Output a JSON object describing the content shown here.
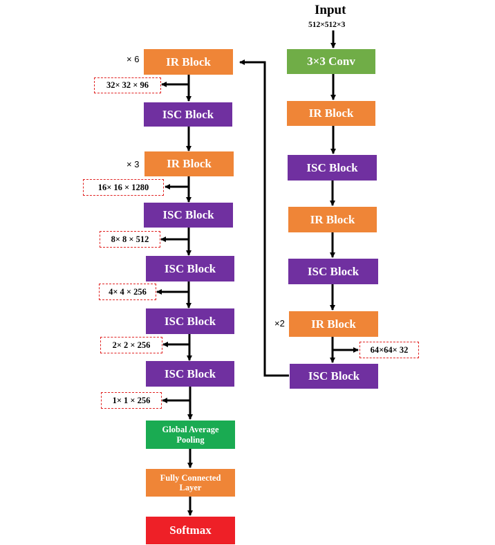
{
  "input": {
    "label": "Input",
    "shape": "512×512×3"
  },
  "right_column": {
    "conv": "3×3 Conv",
    "ir1": "IR Block",
    "isc1": "ISC Block",
    "ir2": "IR Block",
    "isc2": "ISC Block",
    "ir3": "IR Block",
    "ir3_repeat": "×2",
    "isc3": "ISC Block",
    "dim_64": "64×64× 32"
  },
  "left_column": {
    "ir_a": "IR Block",
    "ir_a_repeat": "× 6",
    "dim_32": "32× 32 × 96",
    "isc_a": "ISC Block",
    "ir_b": "IR Block",
    "ir_b_repeat": "× 3",
    "dim_16": "16× 16 × 1280",
    "isc_b": "ISC Block",
    "dim_8": "8× 8 × 512",
    "isc_c": "ISC Block",
    "dim_4": "4× 4 × 256",
    "isc_d": "ISC Block",
    "dim_2": "2× 2 × 256",
    "isc_e": "ISC Block",
    "dim_1": "1× 1 × 256",
    "gap": "Global Average Pooling",
    "fc": "Fully Connected Layer",
    "softmax": "Softmax"
  },
  "colors": {
    "ir": "#ef8537",
    "isc": "#7030a0",
    "conv": "#70ad47",
    "pooling": "#1aab52",
    "softmax": "#ee2027",
    "dim_border": "#e0201f"
  }
}
